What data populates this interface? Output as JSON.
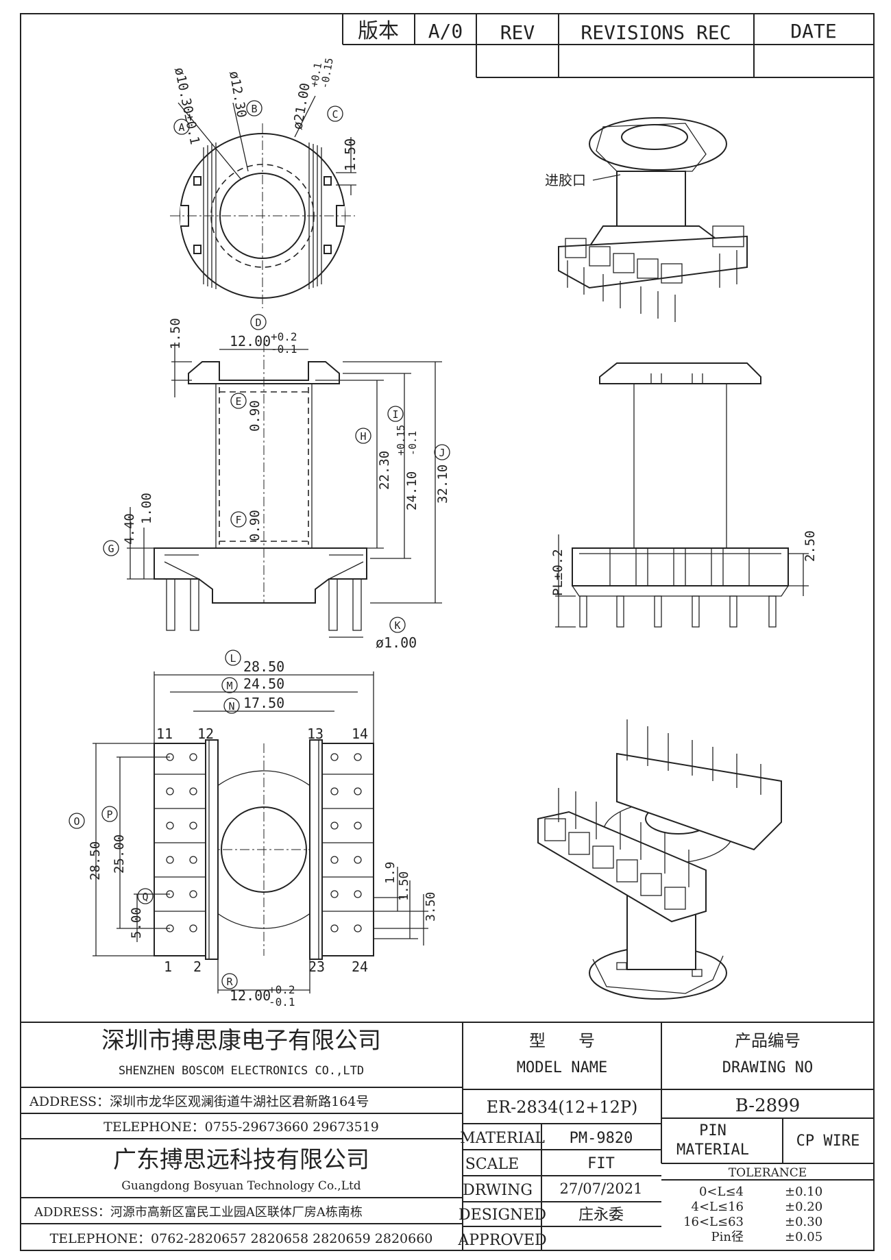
{
  "revision_block": {
    "version_label": "版本",
    "version_value": "A/0",
    "rev_label": "REV",
    "revisions_label": "REVISIONS REC",
    "date_label": "DATE"
  },
  "top_view": {
    "dim_a": "ø10.30±0.1",
    "dim_b": "ø12.30",
    "dim_c": "ø21.00",
    "dim_c_tol_plus": "+0.1",
    "dim_c_tol_minus": "-0.15",
    "dim_side": "1.50",
    "mark_a": "A",
    "mark_b": "B",
    "mark_c": "C"
  },
  "iso_top": {
    "gate_label": "进胶口"
  },
  "front_view": {
    "dim_top_flange": "1.50",
    "dim_d": "12.00",
    "dim_d_plus": "+0.2",
    "dim_d_minus": "-0.1",
    "dim_e": "0.90",
    "dim_f": "0.90",
    "dim_h": "22.30",
    "dim_i": "24.10",
    "dim_i_plus": "+0.15",
    "dim_i_minus": "-0.1",
    "dim_j": "32.10",
    "dim_g1": "4.40",
    "dim_g2": "1.00",
    "dim_k": "ø1.00",
    "mark_d": "D",
    "mark_e": "E",
    "mark_f": "F",
    "mark_g": "G",
    "mark_h": "H",
    "mark_i": "I",
    "mark_j": "J",
    "mark_k": "K"
  },
  "side_view": {
    "dim_pl": "PL±0.2",
    "dim_250": "2.50"
  },
  "bottom_view": {
    "dim_l": "28.50",
    "dim_m": "24.50",
    "dim_n": "17.50",
    "dim_o": "28.50",
    "dim_p": "25.00",
    "dim_q": "5.00",
    "dim_19": "1.9",
    "dim_150": "1.50",
    "dim_350": "3.50",
    "dim_r": "12.00",
    "dim_r_plus": "+0.2",
    "dim_r_minus": "-0.1",
    "mark_l": "L",
    "mark_m": "M",
    "mark_n": "N",
    "mark_o": "O",
    "mark_p": "P",
    "mark_q": "Q",
    "mark_r": "R",
    "pin_11": "11",
    "pin_12": "12",
    "pin_13": "13",
    "pin_14": "14",
    "pin_1": "1",
    "pin_2": "2",
    "pin_23": "23",
    "pin_24": "24"
  },
  "title_block": {
    "company_cn": "深圳市搏思康电子有限公司",
    "company_en": "SHENZHEN BOSCOM ELECTRONICS CO.,LTD",
    "address1": "ADDRESS：深圳市龙华区观澜街道牛湖社区君新路164号",
    "telephone1": "TELEPHONE：0755-29673660 29673519",
    "company2_cn": "广东搏思远科技有限公司",
    "company2_en": "Guangdong Bosyuan Technology Co.,Ltd",
    "address2": "ADDRESS：河源市高新区富民工业园A区联体厂房A栋南栋",
    "telephone2": "TELEPHONE：0762-2820657 2820658 2820659 2820660",
    "model_cn": "型　　号",
    "model_en": "MODEL NAME",
    "drawing_cn": "产品编号",
    "drawing_en": "DRAWING NO",
    "model_value": "ER-2834(12+12P)",
    "drawing_value": "B-2899",
    "material_label": "MATERIAL",
    "material_value": "PM-9820",
    "scale_label": "SCALE",
    "scale_value": "FIT",
    "drawing_label": "DRWING",
    "drawing_date": "27/07/2021",
    "designed_label": "DESIGNED",
    "designed_value": "庄永委",
    "approved_label": "APPROVED",
    "pin_material_line1": "PIN",
    "pin_material_line2": "MATERIAL",
    "pin_material_value": "CP WIRE",
    "tolerance_label": "TOLERANCE",
    "tol": [
      {
        "range": "0<L≤4",
        "value": "±0.10"
      },
      {
        "range": "4<L≤16",
        "value": "±0.20"
      },
      {
        "range": "16<L≤63",
        "value": "±0.30"
      },
      {
        "range": "Pin径",
        "value": "±0.05"
      }
    ]
  }
}
